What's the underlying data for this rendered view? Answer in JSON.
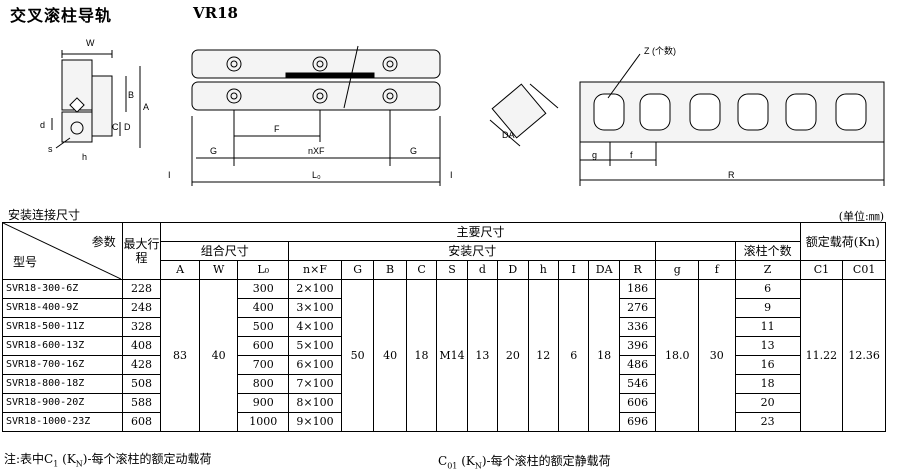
{
  "title": "交叉滚柱导轨",
  "model_code": "VR18",
  "drawing_labels": {
    "W": "W",
    "B": "B",
    "A": "A",
    "C": "C",
    "D": "D",
    "d": "d",
    "s": "s",
    "h": "h",
    "F": "F",
    "G": "G",
    "nxF": "nXF",
    "L0": "L₀",
    "DA": "DA",
    "Z": "Z (个数)",
    "g": "g",
    "f": "f",
    "R": "R"
  },
  "section_label": "安装连接尺寸",
  "unit_label": "(单位:㎜)",
  "table": {
    "type_label": "型号",
    "param_label": "参数",
    "max_stroke_label": "最大行程",
    "main_dims_label": "主要尺寸",
    "assembly_label": "组合尺寸",
    "install_label": "安装尺寸",
    "roller_label": "滚柱个数",
    "load_label": "额定载荷(Kn)",
    "cols": [
      "A",
      "W",
      "L₀",
      "n×F",
      "G",
      "B",
      "C",
      "S",
      "d",
      "D",
      "h",
      "I",
      "DA",
      "R",
      "g",
      "f",
      "Z",
      "C1",
      "C01"
    ],
    "rows": [
      {
        "model": "SVR18-300-6Z",
        "stroke": "228",
        "L0": "300",
        "nF": "2×100",
        "R": "186",
        "Z": "6"
      },
      {
        "model": "SVR18-400-9Z",
        "stroke": "248",
        "L0": "400",
        "nF": "3×100",
        "R": "276",
        "Z": "9"
      },
      {
        "model": "SVR18-500-11Z",
        "stroke": "328",
        "L0": "500",
        "nF": "4×100",
        "R": "336",
        "Z": "11"
      },
      {
        "model": "SVR18-600-13Z",
        "stroke": "408",
        "L0": "600",
        "nF": "5×100",
        "R": "396",
        "Z": "13"
      },
      {
        "model": "SVR18-700-16Z",
        "stroke": "428",
        "L0": "700",
        "nF": "6×100",
        "R": "486",
        "Z": "16"
      },
      {
        "model": "SVR18-800-18Z",
        "stroke": "508",
        "L0": "800",
        "nF": "7×100",
        "R": "546",
        "Z": "18"
      },
      {
        "model": "SVR18-900-20Z",
        "stroke": "588",
        "L0": "900",
        "nF": "8×100",
        "R": "606",
        "Z": "20"
      },
      {
        "model": "SVR18-1000-23Z",
        "stroke": "608",
        "L0": "1000",
        "nF": "9×100",
        "R": "696",
        "Z": "23"
      }
    ],
    "shared": {
      "A": "83",
      "W": "40",
      "G": "50",
      "B": "40",
      "C": "18",
      "S": "M14",
      "d": "13",
      "D": "20",
      "h": "12",
      "I": "6",
      "DA": "18",
      "g": "18.0",
      "f": "30",
      "C1": "11.22",
      "C01": "12.36"
    }
  },
  "notes": {
    "left": "注:表中C1 (KN)-每个滚柱的额定动载荷",
    "right": "C01 (KN)-每个滚柱的额定静载荷"
  }
}
